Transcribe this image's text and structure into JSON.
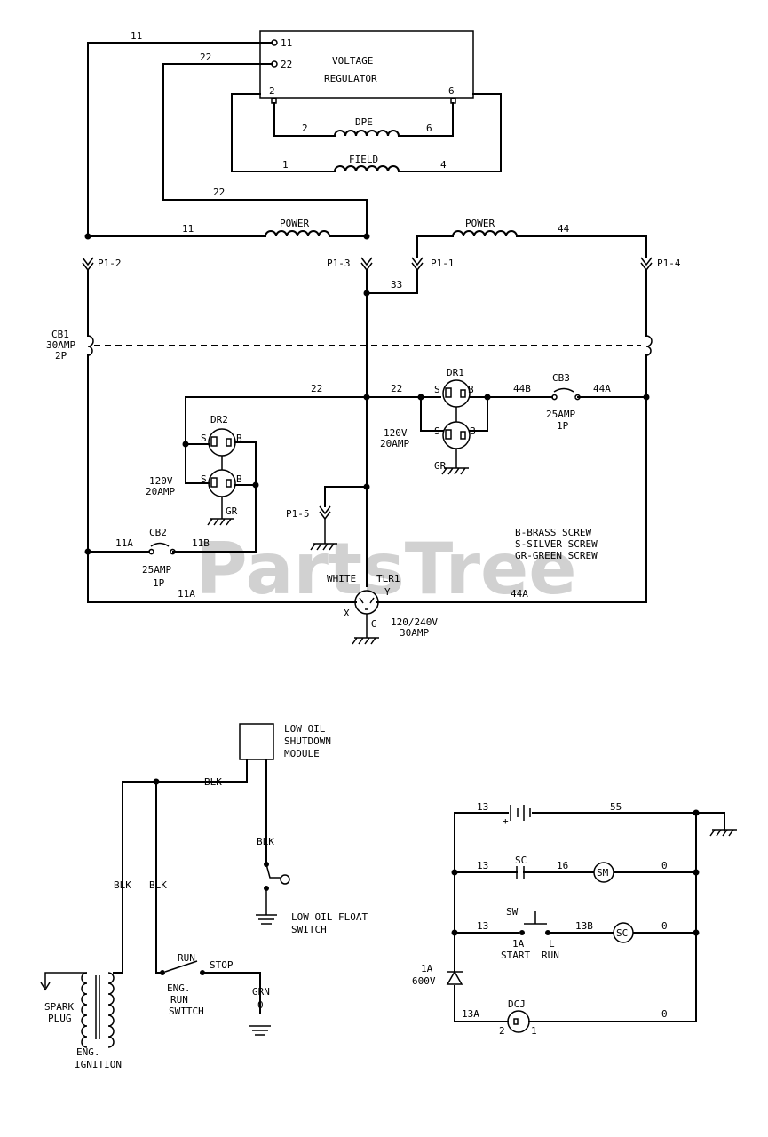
{
  "watermark": "PartsTree",
  "top_diagram": {
    "voltage_regulator": {
      "line1": "VOLTAGE",
      "line2": "REGULATOR",
      "t11": "11",
      "t22": "22",
      "t2": "2",
      "t6": "6"
    },
    "wires": {
      "w11_top": "11",
      "w22_top": "22",
      "w22_mid": "22",
      "w11_power": "11",
      "w44": "44",
      "w33": "33",
      "w22_left": "22",
      "w22_right": "22",
      "w44b": "44B",
      "w44a": "44A",
      "w11a": "11A",
      "w11b": "11B",
      "w11a_bottom": "11A",
      "w44a_bottom": "44A"
    },
    "dpe": {
      "label": "DPE",
      "left": "2",
      "right": "6"
    },
    "field": {
      "label": "FIELD",
      "left": "1",
      "right": "4"
    },
    "power_left": "POWER",
    "power_right": "POWER",
    "connectors": {
      "p12": "P1-2",
      "p13": "P1-3",
      "p11": "P1-1",
      "p14": "P1-4",
      "p15": "P1-5"
    },
    "cb1": {
      "name": "CB1",
      "rating": "30AMP",
      "poles": "2P"
    },
    "cb2": {
      "name": "CB2",
      "rating": "25AMP",
      "poles": "1P"
    },
    "cb3": {
      "name": "CB3",
      "rating": "25AMP",
      "poles": "1P"
    },
    "dr1": {
      "name": "DR1",
      "s": "S",
      "b": "B",
      "s2": "S",
      "b2": "B",
      "voltage": "120V",
      "amps": "20AMP",
      "gr": "GR"
    },
    "dr2": {
      "name": "DR2",
      "s": "S",
      "b": "B",
      "s2": "S",
      "b2": "B",
      "voltage": "120V",
      "amps": "20AMP",
      "gr": "GR"
    },
    "legend": {
      "l1": "B-BRASS SCREW",
      "l2": "S-SILVER SCREW",
      "l3": "GR-GREEN SCREW"
    },
    "tlr1": {
      "name": "TLR1",
      "white": "WHITE",
      "x": "X",
      "y": "Y",
      "g": "G",
      "rating1": "120/240V",
      "rating2": "30AMP"
    }
  },
  "ignition_diagram": {
    "module": {
      "line1": "LOW OIL",
      "line2": "SHUTDOWN",
      "line3": "MODULE"
    },
    "blk_top": "BLK",
    "blk_vert": "BLK",
    "blk_left": "BLK",
    "blk_mid": "BLK",
    "float_switch": {
      "line1": "LOW OIL FLOAT",
      "line2": "SWITCH"
    },
    "spark_plug": {
      "line1": "SPARK",
      "line2": "PLUG"
    },
    "ignition": {
      "line1": "ENG.",
      "line2": "IGNITION"
    },
    "run_switch": {
      "run": "RUN",
      "stop": "STOP",
      "line1": "ENG.",
      "line2": "RUN",
      "line3": "SWITCH"
    },
    "ground": {
      "label": "GRN",
      "value": "0"
    }
  },
  "start_diagram": {
    "w13_top": "13",
    "w55": "55",
    "w13_sc": "13",
    "sc": "SC",
    "w16": "16",
    "sm": "SM",
    "w0_sm": "0",
    "sw": "SW",
    "w13_sw": "13",
    "w1a": "1A",
    "l": "L",
    "start": "START",
    "run": "RUN",
    "w13b": "13B",
    "sc2": "SC",
    "w0_sc": "0",
    "diode": {
      "line1": "1A",
      "line2": "600V"
    },
    "w13a": "13A",
    "dcj": "DCJ",
    "pin2": "2",
    "pin1": "1",
    "w0_dcj": "0",
    "battery_plus": "+"
  }
}
